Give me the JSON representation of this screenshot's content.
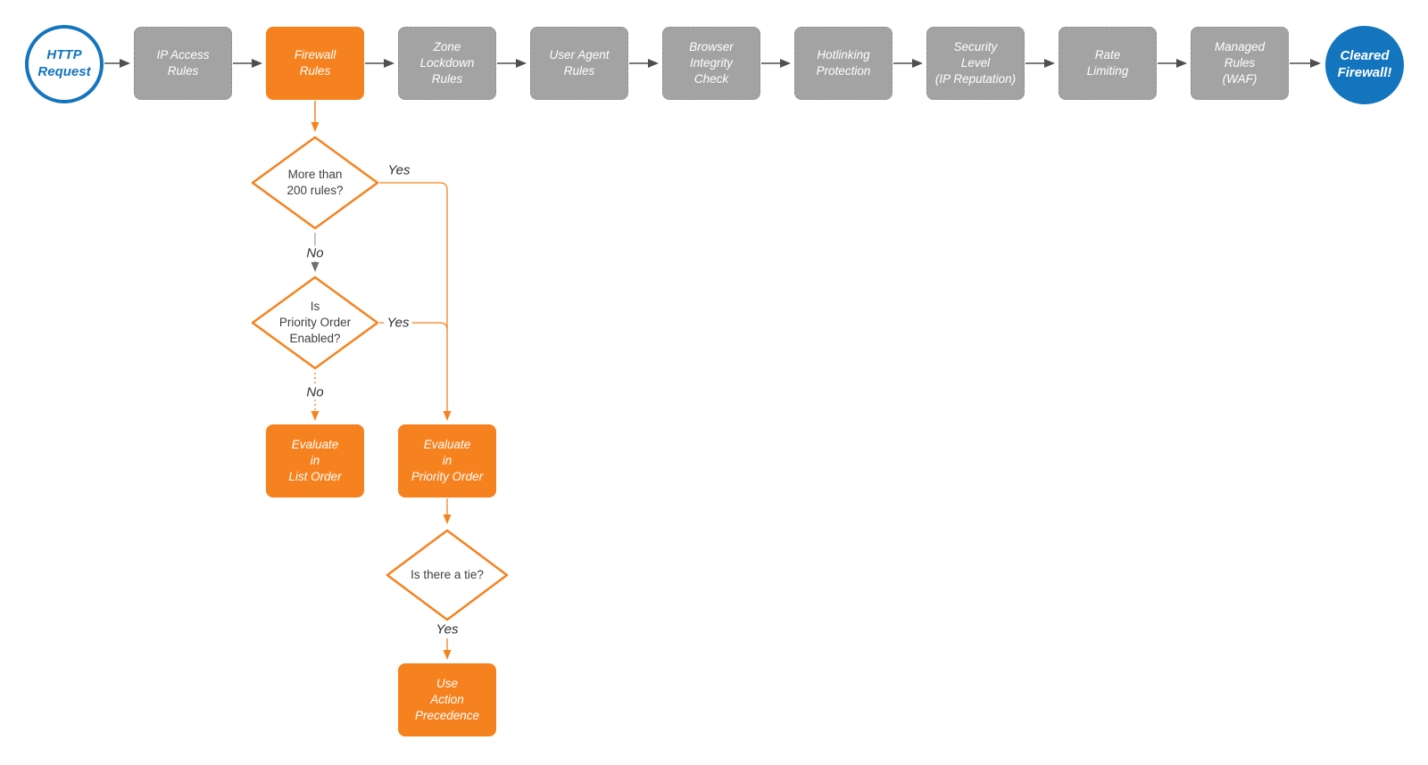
{
  "colors": {
    "orange": "#F6821F",
    "gray_box": "#A3A3A3",
    "blue": "#1375BE",
    "arrow_gray": "#4f4f4f",
    "diamond_text": "#3f3f3f"
  },
  "pipeline": {
    "start_label": "HTTP\nRequest",
    "stages": [
      {
        "label": "IP Access\nRules"
      },
      {
        "label": "Firewall\nRules"
      },
      {
        "label": "Zone\nLockdown\nRules"
      },
      {
        "label": "User Agent\nRules"
      },
      {
        "label": "Browser\nIntegrity\nCheck"
      },
      {
        "label": "Hotlinking\nProtection"
      },
      {
        "label": "Security\nLevel\n(IP Reputation)"
      },
      {
        "label": "Rate\nLimiting"
      },
      {
        "label": "Managed\nRules\n(WAF)"
      }
    ],
    "end_label": "Cleared\nFirewall!"
  },
  "branch": {
    "decision_rules_count": {
      "label": "More than\n200 rules?"
    },
    "decision_priority": {
      "label": "Is\nPriority Order\nEnabled?"
    },
    "decision_tie": {
      "label": "Is there a tie?"
    },
    "action_list_order": {
      "label": "Evaluate\nin\nList Order"
    },
    "action_priority_order": {
      "label": "Evaluate\nin\nPriority Order"
    },
    "action_precedence": {
      "label": "Use\nAction\nPrecedence"
    },
    "edge_labels": {
      "yes1": "Yes",
      "no1": "No",
      "yes2": "Yes",
      "no2": "No",
      "yes3": "Yes"
    }
  }
}
